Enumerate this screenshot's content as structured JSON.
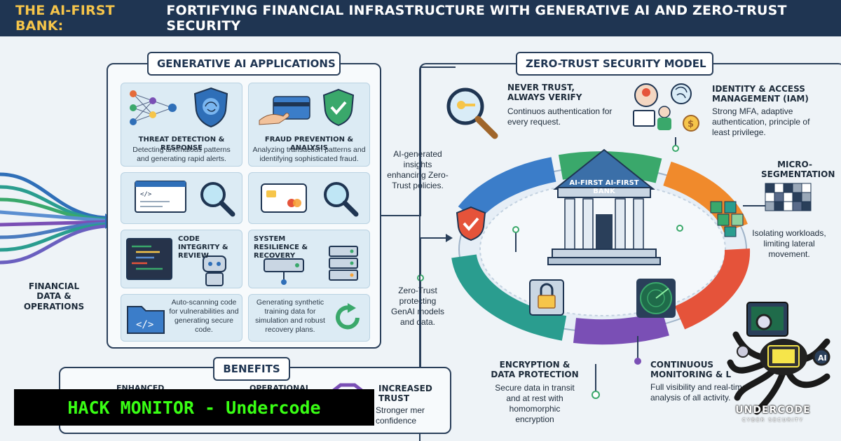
{
  "title": {
    "accent": "THE AI-FIRST BANK:",
    "rest": "FORTIFYING FINANCIAL INFRASTRUCTURE WITH GENERATIVE AI AND ZERO-TRUST SECURITY"
  },
  "left_input": {
    "label": "FINANCIAL DATA & OPERATIONS"
  },
  "genai": {
    "title": "GENERATIVE AI APPLICATIONS",
    "cards": [
      {
        "title": "THREAT DETECTION & RESPONSE",
        "desc": "Detecting anomalous patterns and generating rapid alerts."
      },
      {
        "title": "FRAUD PREVENTION & ANALYSIS",
        "desc": "Analyzing transaction patterns and identifying sophisticated fraud."
      },
      {
        "title": "CODE INTEGRITY & REVIEW",
        "desc": "Auto-scanning code for vulnerabilities and generating secure code."
      },
      {
        "title": "SYSTEM RESILIENCE & RECOVERY",
        "desc": "Generating synthetic training data for simulation and robust recovery plans."
      }
    ]
  },
  "connectors": {
    "insights": "AI-generated insights enhancing Zero-Trust policies.",
    "protecting": "Zero-Trust protecting GenAI models and data."
  },
  "zero_trust": {
    "title": "ZERO-TRUST SECURITY MODEL",
    "bank_label": "AI-FIRST AI-FIRST BANK",
    "nodes": [
      {
        "title": "NEVER TRUST, ALWAYS VERIFY",
        "desc": "Continuos authentication for every request."
      },
      {
        "title": "IDENTITY & ACCESS MANAGEMENT (IAM)",
        "desc": "Strong MFA, adaptive authentication, principle of least privilege."
      },
      {
        "title": "MICRO-SEGMENTATION",
        "desc": "Isolating workloads, limiting lateral movement."
      },
      {
        "title": "ENCRYPTION & DATA PROTECTION",
        "desc": "Secure data in transit and at rest with homomorphic encryption"
      },
      {
        "title": "CONTINUOUS MONITORING & L",
        "desc": "Full visibility and real-time analysis of all activity."
      }
    ]
  },
  "benefits": {
    "title": "BENEFITS",
    "items": [
      {
        "title": "ENHANCED",
        "desc": ""
      },
      {
        "title": "OPERATIONAL",
        "desc": ""
      },
      {
        "title": "INCREASED TRUST",
        "desc": "Stronger mer confidence"
      }
    ]
  },
  "watermark": {
    "banner": "HACK MONITOR - Undercode",
    "logo_text": "UNDERCODE",
    "logo_sub": "CYBER SECURITY"
  },
  "colors": {
    "navy": "#1f3552",
    "gold": "#f6c54a",
    "blue": "#2f6fb8",
    "green": "#3aa86b",
    "orange": "#f08a2c",
    "purple": "#7a4fb5",
    "teal": "#2a9d8f",
    "banner_green": "#39ff14"
  }
}
